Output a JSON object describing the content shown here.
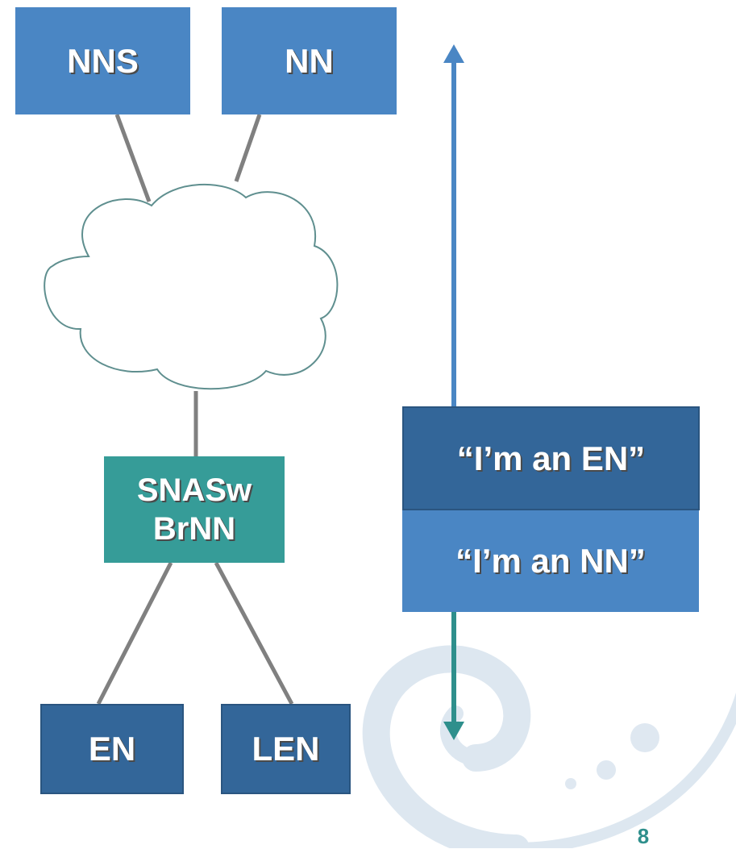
{
  "nodes": {
    "nns": "NNS",
    "nn": "NN",
    "snasw_line1": "SNASw",
    "snasw_line2": "BrNN",
    "en": "EN",
    "len": "LEN"
  },
  "messages": {
    "upstream": "“I’m an EN”",
    "downstream": "“I’m an NN”"
  },
  "page_number": "8",
  "colors": {
    "light_blue": "#4a86c4",
    "dark_blue": "#336699",
    "teal": "#369c98",
    "connector_gray": "#808080",
    "cloud_outline": "#5f8f8f"
  }
}
